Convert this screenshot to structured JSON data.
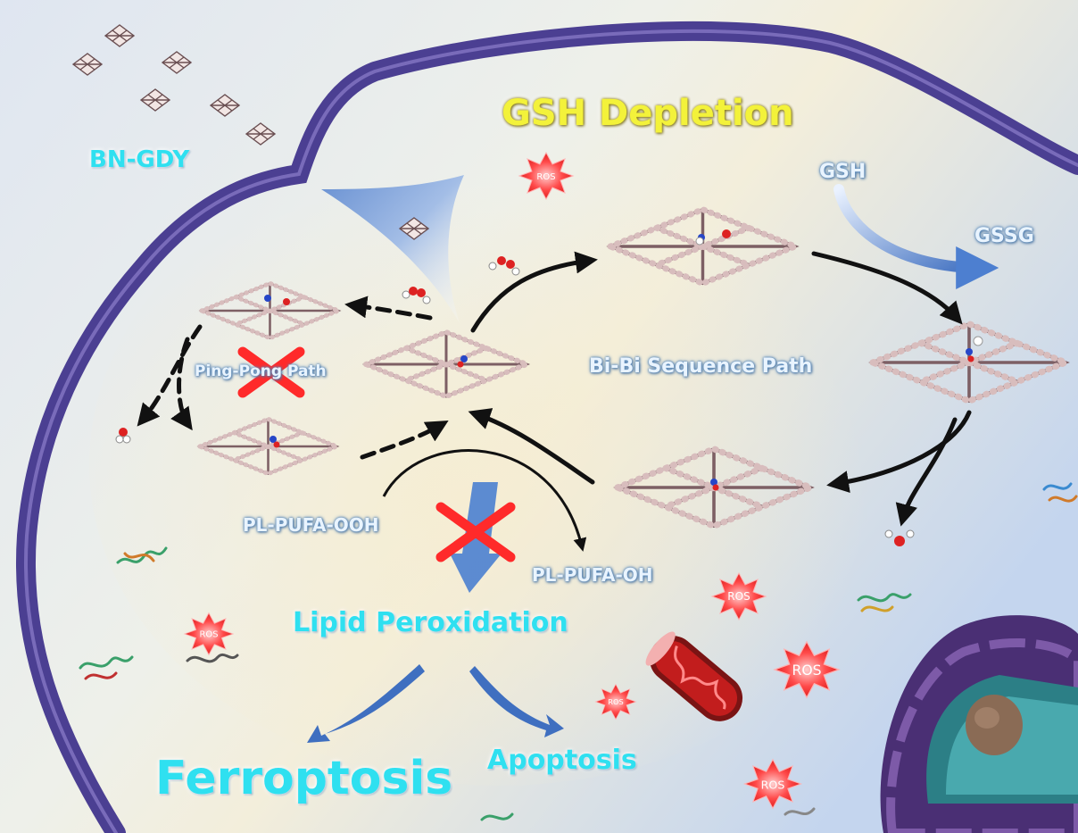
{
  "labels": {
    "bn_gdy": "BN-GDY",
    "gsh_depletion": "GSH Depletion",
    "gsh": "GSH",
    "gssg": "GSSG",
    "ping_pong": "Ping-Pong Path",
    "bi_bi": "Bi-Bi Sequence Path",
    "pl_pufa_ooh": "PL-PUFA-OOH",
    "pl_pufa_oh": "PL-PUFA-OH",
    "lipid_peroxidation": "Lipid Peroxidation",
    "ferroptosis": "Ferroptosis",
    "apoptosis": "Apoptosis",
    "ros": "ROS"
  },
  "colors": {
    "membrane": "#4b3f92",
    "bead": "#c9a9a9",
    "label_cyan": "#2fe0f0",
    "label_yellow": "#f3f23a",
    "inhibit_cross": "#ff2a2a",
    "ros_burst": "#ff3b3b"
  }
}
